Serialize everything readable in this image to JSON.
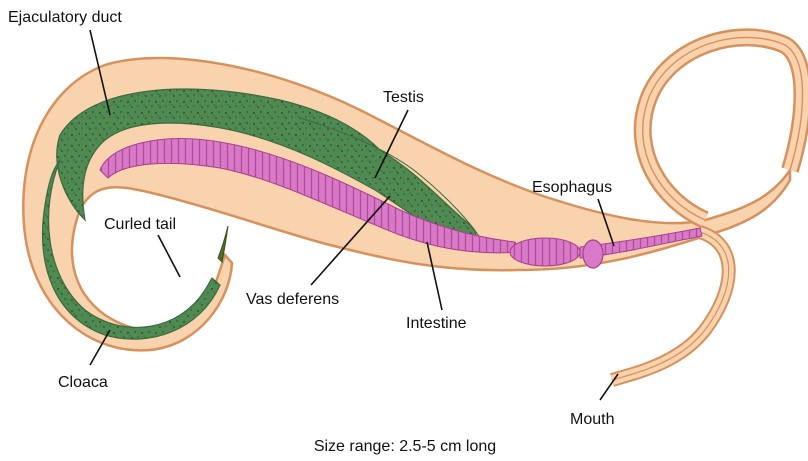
{
  "diagram": {
    "labels": {
      "ejaculatory_duct": "Ejaculatory duct",
      "testis": "Testis",
      "curled_tail": "Curled tail",
      "esophagus": "Esophagus",
      "vas_deferens": "Vas deferens",
      "intestine": "Intestine",
      "cloaca": "Cloaca",
      "mouth": "Mouth"
    },
    "caption": "Size range: 2.5-5 cm long"
  },
  "colors": {
    "body_fill": "#f9d2ae",
    "body_outline": "#d6925e",
    "testis_fill": "#4f8a53",
    "testis_speckle": "#2a3a22",
    "intestine_fill": "#d87ac6",
    "intestine_stripe": "#b24a9f",
    "text": "#111111"
  }
}
